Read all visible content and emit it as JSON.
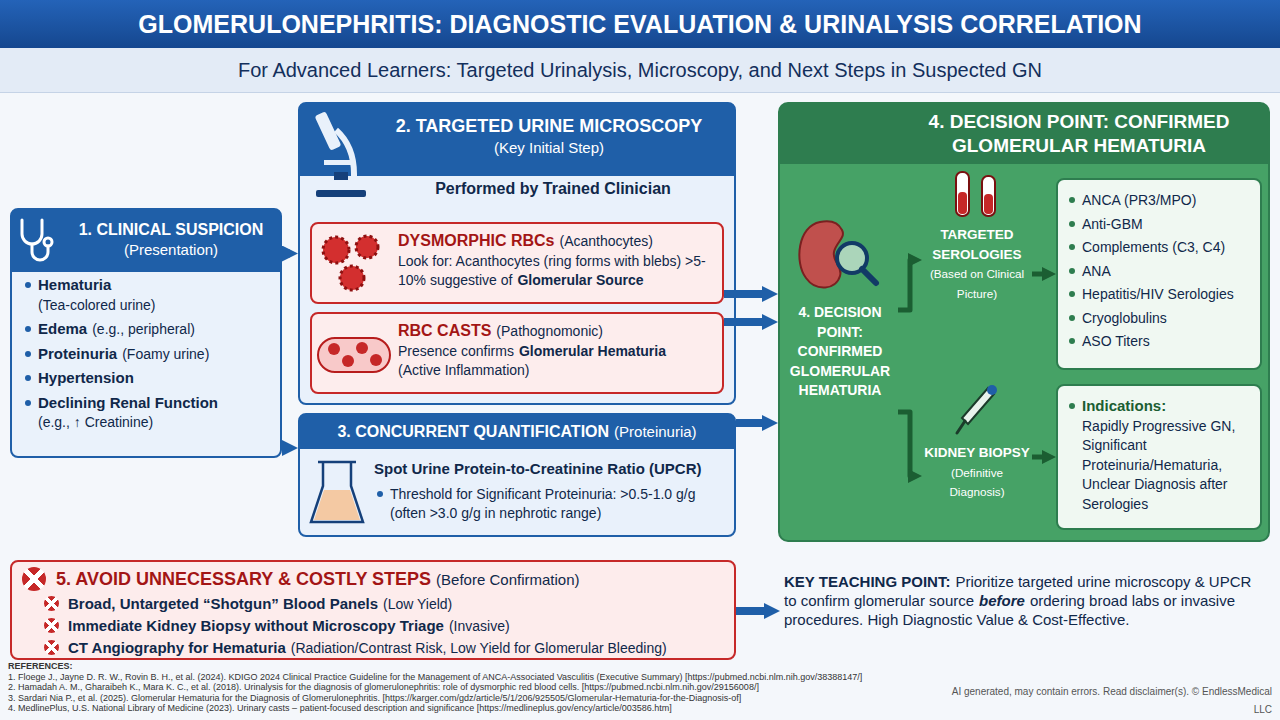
{
  "diagram": {
    "title": "GLOMERULONEPHRITIS: DIAGNOSTIC EVALUATION & URINALYSIS CORRELATION",
    "nodes": [
      {
        "text": [
          "1. CLINICAL SUSPICION",
          "(Presentation)",
          "Hematuria",
          "(Tea-colored urine)",
          "Edema",
          "(e.g., peripheral)",
          "Proteinuria",
          "(Foamy urine)",
          "Hypertension",
          "Declining Renal Function",
          "(e.g., ↑ Creatinine)"
        ]
      },
      {
        "text": [
          "2. TARGETED URINE MICROSCOPY",
          "(Key Initial Step)",
          "Performed by Trained Clinician"
        ]
      },
      {
        "text": [
          "DYSMORPHIC RBCs",
          "(Acanthocytes)",
          "Look for: Acanthocytes (ring forms with blebs) >5-10% suggestive of",
          "Glomerular Source"
        ],
        "in": 1
      },
      {
        "text": [
          "RBC CASTS",
          "(Pathognomonic)",
          "Presence confirms",
          "Glomerular Hematuria",
          "(Active Inflammation)"
        ],
        "in": 1
      },
      {
        "text": [
          "3. CONCURRENT QUANTIFICATION",
          "(Proteinuria)",
          "Spot Urine Protein-to-Creatinine Ratio (UPCR)",
          "Threshold for Significant Proteinuria: >0.5-1.0 g/g (often >3.0 g/g in nephrotic range)"
        ]
      },
      {
        "text": [
          "4. DECISION POINT: CONFIRMED GLOMERULAR HEMATURIA"
        ]
      },
      {
        "text": [
          "4. DECISION POINT: CONFIRMED GLOMERULAR HEMATURIA"
        ],
        "in": 5
      },
      {
        "text": [
          "TARGETED SEROLOGIES",
          "(Based on Clinical Picture)"
        ],
        "in": 5
      },
      {
        "text": [
          "ANCA (PR3/MPO)",
          "Anti-GBM",
          "Complements (C3, C4)",
          "ANA",
          "Hepatitis/HIV Serologies",
          "Cryoglobulins",
          "ASO Titers"
        ],
        "in": 5
      },
      {
        "text": [
          "KIDNEY BIOPSY",
          "(Definitive Diagnosis)"
        ],
        "in": 5
      },
      {
        "text": [
          "Indications:",
          "Rapidly Progressive GN, Significant Proteinuria/Hematuria, Unclear Diagnosis after Serologies"
        ],
        "in": 5
      },
      {
        "text": [
          "5. AVOID UNNECESSARY & COSTLY STEPS",
          "(Before Confirmation)",
          "Broad, Untargeted “Shotgun” Blood Panels",
          "(Low Yield)",
          "Immediate Kidney Biopsy without Microscopy Triage",
          "(Invasive)",
          "CT Angiography for Hematuria",
          "(Radiation/Contrast Risk, Low Yield for Glomerular Bleeding)"
        ]
      },
      {
        "text": [
          "KEY TEACHING POINT:",
          "Prioritize targeted urine microscopy & UPCR to confirm glomerular source",
          "before",
          "ordering broad labs or invasive procedures. High Diagnostic Value & Cost-Effective."
        ]
      }
    ],
    "edges": [
      {
        "from": 0,
        "to": 1,
        "arrow": "to"
      },
      {
        "from": 0,
        "to": 4,
        "arrow": "to"
      },
      {
        "from": 2,
        "to": 5,
        "arrow": "to"
      },
      {
        "from": 3,
        "to": 5,
        "arrow": "to"
      },
      {
        "from": 4,
        "to": 5,
        "arrow": "to"
      },
      {
        "from": 6,
        "to": 7,
        "arrow": "to"
      },
      {
        "from": 6,
        "to": 9,
        "arrow": "to"
      },
      {
        "from": 7,
        "to": 8,
        "arrow": "to"
      },
      {
        "from": 9,
        "to": 10,
        "arrow": "to"
      },
      {
        "from": 11,
        "to": 12,
        "arrow": "to"
      }
    ],
    "labels": [
      "For Advanced Learners: Targeted Urinalysis, Microscopy, and Next Steps in Suspected GN",
      "REFERENCES:",
      "1. Floege J., Jayne D. R. W., Rovin B. H., et al. (2024). KDIGO 2024 Clinical Practice Guideline for the Management of ANCA-Associated Vasculitis (Executive Summary) [https://pubmed.ncbi.nlm.nih.gov/38388147/]",
      "2. Hamadah A. M., Gharaibeh K., Mara K. C., et al. (2018). Urinalysis for the diagnosis of glomerulonephritis: role of dysmorphic red blood cells. [https://pubmed.ncbi.nlm.nih.gov/29156008/]",
      "3. Sardari Nia P., et al. (2025). Glomerular Hematuria for the Diagnosis of Glomerulonephritis. [https://karger.com/gdz/article/5/1/206/925505/Glomerular-Hematuria-for-the-Diagnosis-of]",
      "4. MedlinePlus, U.S. National Library of Medicine (2023). Urinary casts – patient-focused description and significance [https://medlineplus.gov/ency/article/003586.htm]",
      "AI generated, may contain errors. Read disclaimer(s). © EndlessMedical LLC"
    ]
  }
}
